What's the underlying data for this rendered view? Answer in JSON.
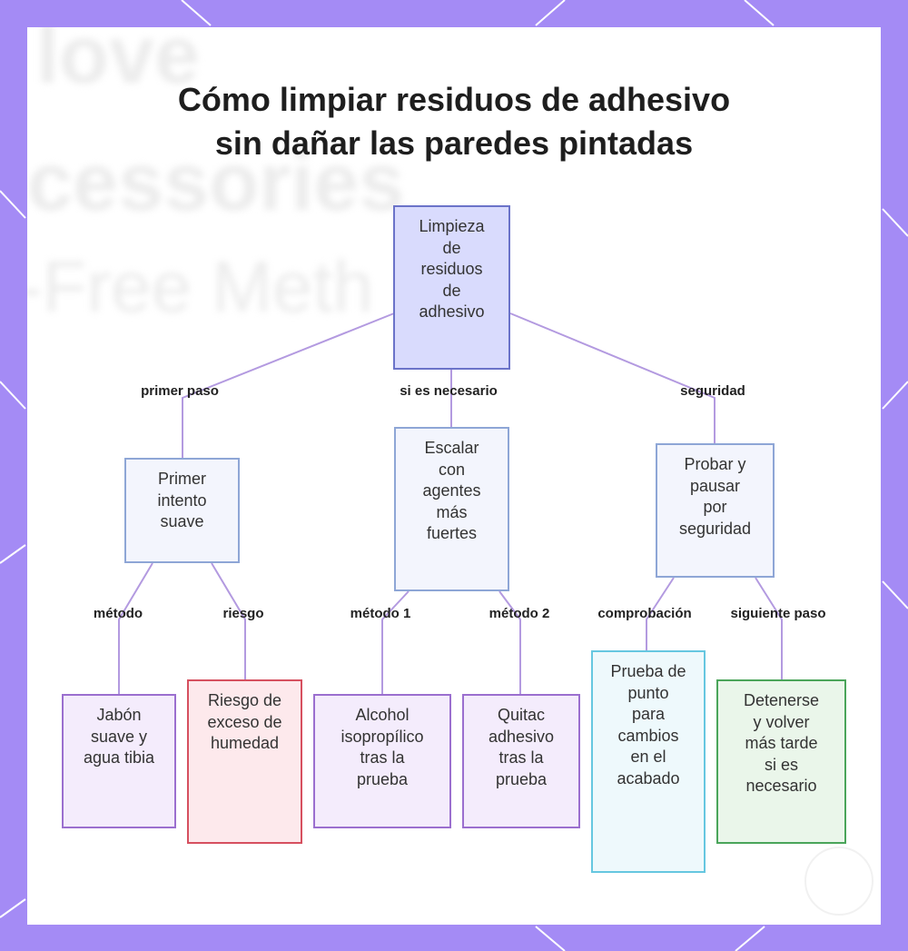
{
  "title_lines": [
    "Cómo limpiar residuos de adhesivo",
    "sin dañar las paredes pintadas"
  ],
  "background_text": [
    "love",
    "cessories",
    "-Free Meth"
  ],
  "colors": {
    "frame": "#a48bf5",
    "edge": "#b39ae0",
    "root_fill": "#d9dbfd",
    "root_border": "#6b73c9",
    "branch_fill": "#f3f5fd",
    "branch_border": "#8ea6d6",
    "purple_fill": "#f4ecfc",
    "purple_border": "#9b6fcf",
    "red_fill": "#fde9ec",
    "red_border": "#d6505f",
    "cyan_fill": "#eef9fc",
    "cyan_border": "#66c7e0",
    "green_fill": "#eaf6ea",
    "green_border": "#4aa55a"
  },
  "nodes": {
    "root": [
      "Limpieza",
      "de",
      "residuos",
      "de",
      "adhesivo"
    ],
    "gentle": [
      "Primer",
      "intento",
      "suave"
    ],
    "escalate": [
      "Escalar",
      "con",
      "agentes",
      "más",
      "fuertes"
    ],
    "test": [
      "Probar y",
      "pausar",
      "por",
      "seguridad"
    ],
    "soap": [
      "Jabón",
      "suave y",
      "agua tibia"
    ],
    "moisture": [
      "Riesgo de",
      "exceso de",
      "humedad"
    ],
    "alcohol": [
      "Alcohol",
      "isopropílico",
      "tras la",
      "prueba"
    ],
    "remover": [
      "Quitac",
      "adhesivo",
      "tras la",
      "prueba"
    ],
    "spot": [
      "Prueba de",
      "punto",
      "para",
      "cambios",
      "en el",
      "acabado"
    ],
    "stop": [
      "Detenerse",
      "y volver",
      "más tarde",
      "si es",
      "necesario"
    ]
  },
  "edge_labels": {
    "first_step": "primer paso",
    "if_needed": "si es necesario",
    "safety": "seguridad",
    "method": "método",
    "risk": "riesgo",
    "method1": "método 1",
    "method2": "método 2",
    "check": "comprobación",
    "next_step": "siguiente paso"
  }
}
